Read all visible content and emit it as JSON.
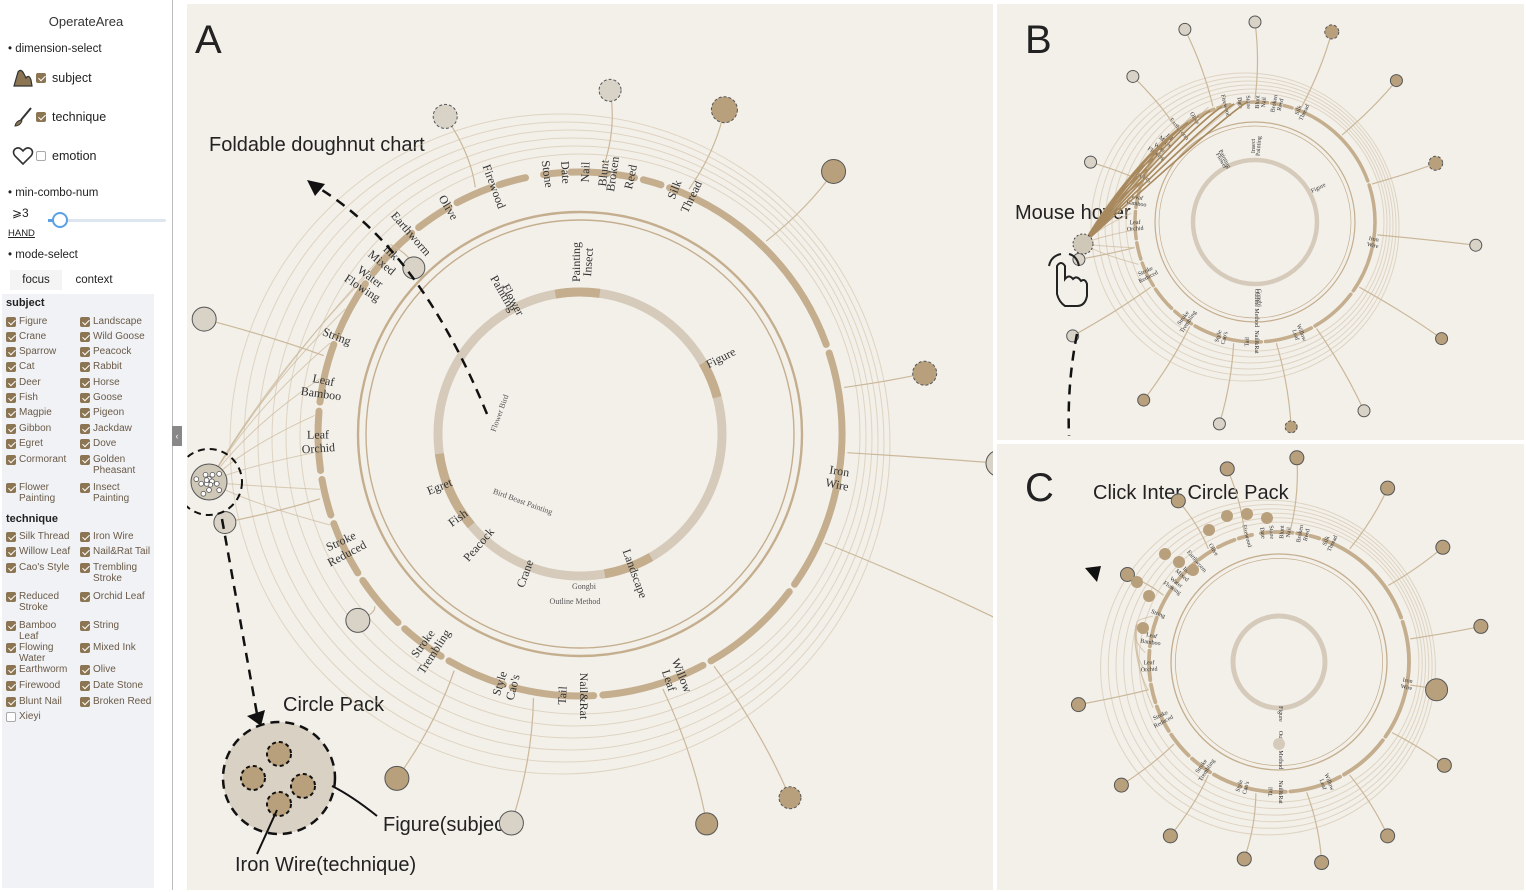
{
  "sidebar": {
    "title": "OperateArea",
    "dimension_select": "• dimension-select",
    "dimensions": [
      {
        "label": "subject",
        "checked": true,
        "icon": "mountain-icon"
      },
      {
        "label": "technique",
        "checked": true,
        "icon": "brush-icon"
      },
      {
        "label": "emotion",
        "checked": false,
        "icon": "heart-icon"
      }
    ],
    "min_combo": "• min-combo-num",
    "min_value": "⩾3",
    "hand_label": "HAND",
    "mode_select": "• mode-select",
    "modes": [
      "focus",
      "context"
    ],
    "subject_header": "subject",
    "subjects": [
      [
        "Figure",
        "Landscape"
      ],
      [
        "Crane",
        "Wild Goose"
      ],
      [
        "Sparrow",
        "Peacock"
      ],
      [
        "Cat",
        "Rabbit"
      ],
      [
        "Deer",
        "Horse"
      ],
      [
        "Fish",
        "Goose"
      ],
      [
        "Magpie",
        "Pigeon"
      ],
      [
        "Gibbon",
        "Jackdaw"
      ],
      [
        "Egret",
        "Dove"
      ],
      [
        "Cormorant",
        "Golden Pheasant"
      ],
      [
        "Flower Painting",
        "Insect Painting"
      ]
    ],
    "technique_header": "technique",
    "techniques": [
      [
        "Silk Thread",
        "Iron Wire"
      ],
      [
        "Willow Leaf",
        "Nail&Rat Tail"
      ],
      [
        "Cao's Style",
        "Trembling Stroke"
      ],
      [
        "Reduced Stroke",
        "Orchid Leaf"
      ],
      [
        "Bamboo Leaf",
        "String"
      ],
      [
        "Flowing Water",
        "Mixed Ink"
      ],
      [
        "Earthworm",
        "Olive"
      ],
      [
        "Firewood",
        "Date Stone"
      ],
      [
        "Blunt Nail",
        "Broken Reed"
      ],
      [
        "Xieyi",
        null
      ]
    ]
  },
  "panels": {
    "A": {
      "letter": "A",
      "foldable_label": "Foldable doughnut chart",
      "circle_pack_label": "Circle Pack",
      "figure_label": "Figure(subject)",
      "ironwire_label": "Iron Wire(technique)",
      "technique_arcs": [
        "Firewood",
        "Stone",
        "Date",
        "Nail",
        "Blunt",
        "Broken",
        "Reed",
        "Silk",
        "Thread",
        "Olive",
        "Earthworm",
        "Mixed",
        "Ink",
        "Flowing",
        "Water",
        "String",
        "Bamboo",
        "Leaf",
        "Orchid",
        "Leaf",
        "Reduced",
        "Stroke",
        "Trembling",
        "Stroke",
        "Cao's",
        "Style",
        "Nail&Rat",
        "Tail",
        "Willow",
        "Leaf",
        "Iron",
        "Wire"
      ],
      "subject_arcs": [
        "Insect",
        "Painting",
        "Flower",
        "Painting",
        "Figure",
        "Egret",
        "Fish",
        "Peacock",
        "Crane",
        "Landscape"
      ],
      "inner_labels": [
        "Flower Bird",
        "Bird Beast Painting",
        "Gongbi",
        "Outline Method"
      ]
    },
    "B": {
      "letter": "B",
      "mouse_label": "Mouse hover",
      "labels": [
        "Firewood",
        "Date",
        "Stone",
        "Blunt",
        "Nail",
        "Broken",
        "Reed",
        "Silk",
        "Thread",
        "Olive",
        "Earthworm",
        "Mixed",
        "Ink",
        "Flowing",
        "Water",
        "String",
        "Bamboo",
        "Leaf",
        "Orchid",
        "Leaf",
        "Reduced",
        "Stroke",
        "Trembling",
        "Stroke",
        "Cao's",
        "Style",
        "Nail&Rat",
        "Tail",
        "Willow",
        "Leaf",
        "Iron",
        "Wire",
        "Insect",
        "Painting",
        "Flower",
        "Painting",
        "Figure",
        "Gongbi",
        "Outline Method"
      ]
    },
    "C": {
      "letter": "C",
      "click_label": "Click Inter Circle Pack",
      "labels": [
        "Firewood",
        "Date",
        "Stone",
        "Blunt",
        "Nail",
        "Broken",
        "Reed",
        "Silk",
        "Thread",
        "Olive",
        "Earthworm",
        "Mixed",
        "Ink",
        "Flowing",
        "Water",
        "String",
        "Bamboo",
        "Leaf",
        "Orchid",
        "Leaf",
        "Reduced",
        "Stroke",
        "Trembling",
        "Stroke",
        "Cao's",
        "Style",
        "Nail&Rat",
        "Tail",
        "Willow",
        "Leaf",
        "Iron",
        "Wire",
        "Figure",
        "Outline Method"
      ]
    }
  },
  "colors": {
    "arc": "#c4ae8e",
    "arc_light": "#d6cbbb",
    "line": "#cbb89a",
    "node_fill": "#d9d3c7",
    "node_dark": "#b9a07d",
    "panel_bg": "#f3f0ea",
    "accent": "#5aa0e6"
  }
}
